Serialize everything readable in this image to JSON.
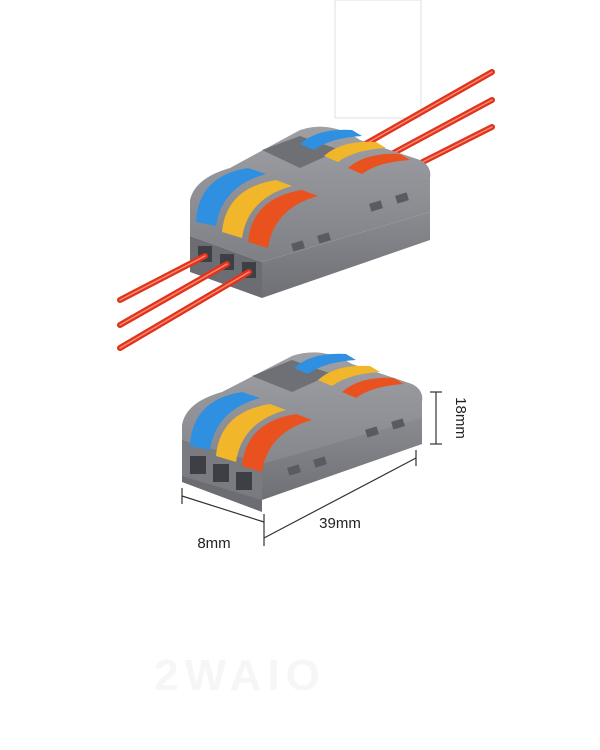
{
  "product": {
    "levers": [
      {
        "name": "blue",
        "color": "#2f8fe0"
      },
      {
        "name": "yellow",
        "color": "#f1b62a"
      },
      {
        "name": "orange",
        "color": "#e9521f"
      }
    ],
    "housing_color": "#8e8f94",
    "wire_color": "#e0331c"
  },
  "dimensions": {
    "height_label": "18mm",
    "length_label": "39mm",
    "width_label": "8mm"
  },
  "watermark": "2WAIO"
}
